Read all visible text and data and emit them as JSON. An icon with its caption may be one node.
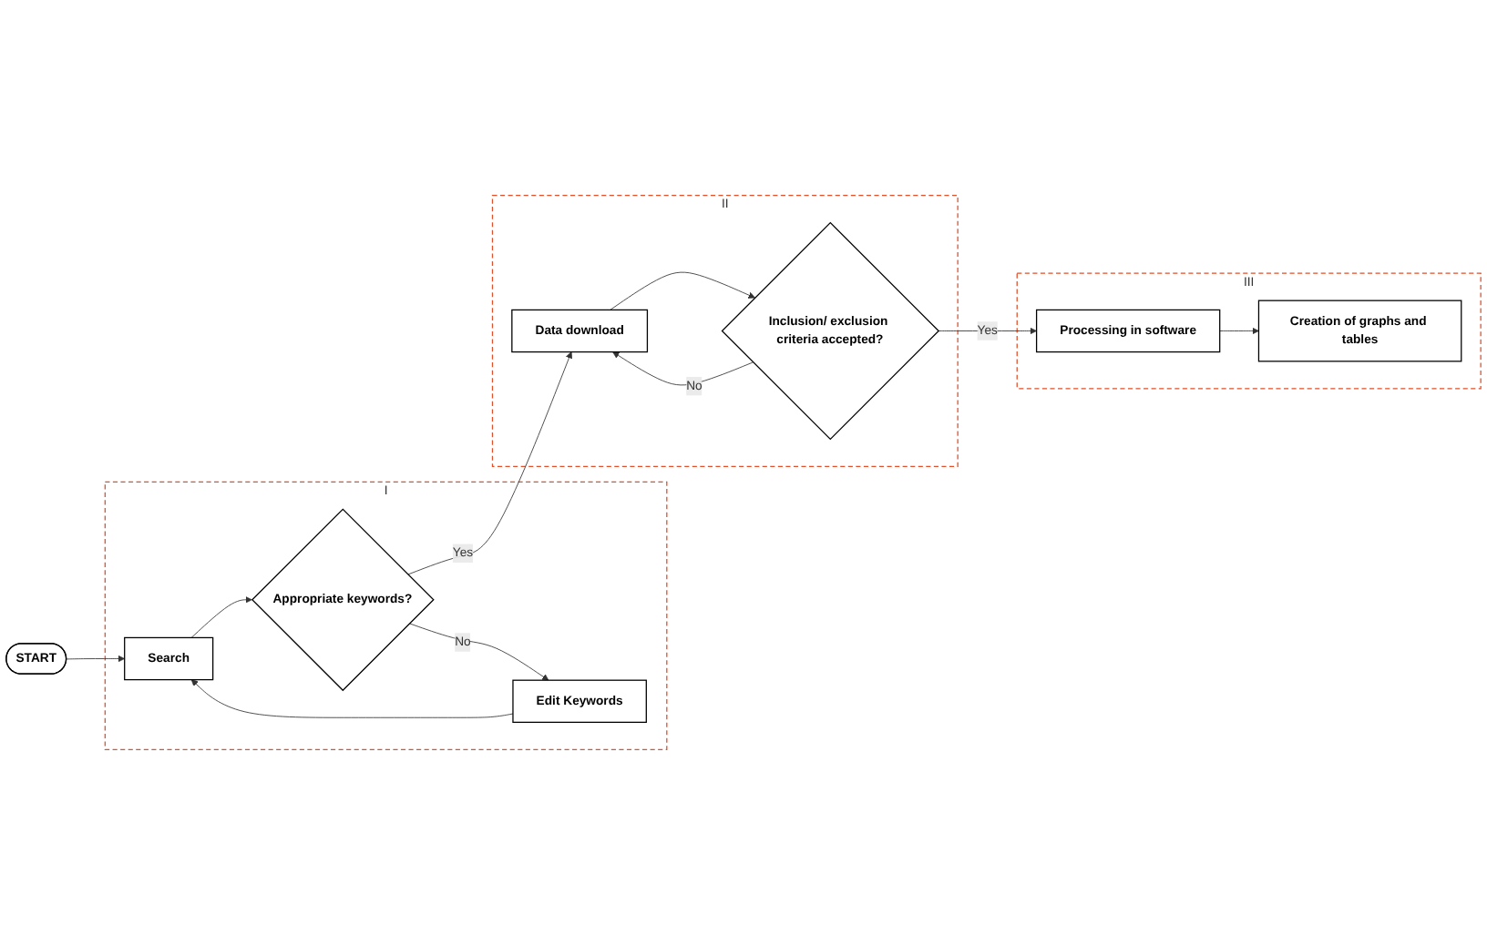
{
  "diagram": {
    "nodes": [
      {
        "text": [
          "START"
        ]
      },
      {
        "text": [
          "I"
        ]
      },
      {
        "text": [
          "Edit Keywords"
        ],
        "in": 1
      },
      {
        "text": [
          "Search"
        ],
        "in": 1
      },
      {
        "text": [
          "Appropriate keywords?"
        ],
        "in": 1
      },
      {
        "text": [
          "II"
        ]
      },
      {
        "text": [
          "Data download"
        ],
        "in": 5
      },
      {
        "text": [
          "Inclusion/ exclusion criteria accepted?"
        ],
        "in": 5
      },
      {
        "text": [
          "III"
        ]
      },
      {
        "text": [
          "Processing in software"
        ],
        "in": 8
      },
      {
        "text": [
          "Creation of graphs and tables"
        ],
        "in": 8
      }
    ],
    "edges": [
      {
        "from": 0,
        "to": 3,
        "arrow": "to"
      },
      {
        "from": 3,
        "to": 4,
        "arrow": "to"
      },
      {
        "from": 4,
        "to": 2,
        "arrow": "to",
        "label": "No"
      },
      {
        "from": 2,
        "to": 3,
        "arrow": "to"
      },
      {
        "from": 4,
        "to": 6,
        "arrow": "to",
        "label": "Yes"
      },
      {
        "from": 6,
        "to": 7,
        "arrow": "to"
      },
      {
        "from": 7,
        "to": 6,
        "arrow": "to",
        "label": "No"
      },
      {
        "from": 7,
        "to": 9,
        "arrow": "to",
        "label": "Yes"
      },
      {
        "from": 9,
        "to": 10,
        "arrow": "to"
      }
    ]
  }
}
